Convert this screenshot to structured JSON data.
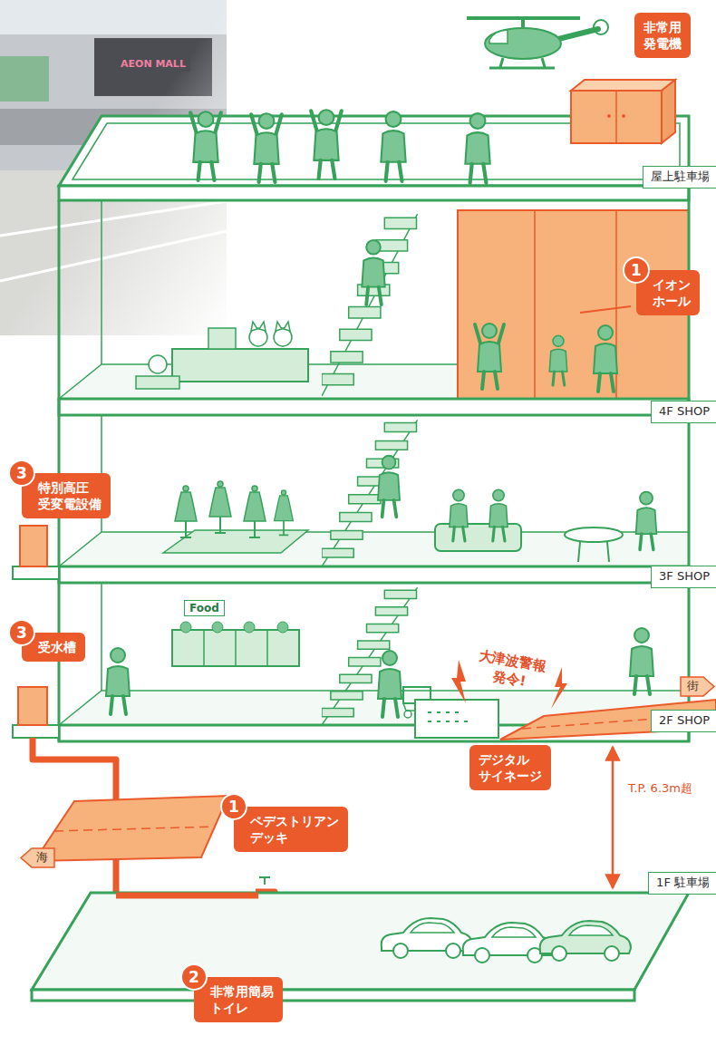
{
  "diagram": {
    "nodes": [
      {
        "text": [
          "非常用 発電機"
        ]
      },
      {
        "text": [
          "屋上駐車場"
        ]
      },
      {
        "text": [
          "1",
          "イオン ホール"
        ]
      },
      {
        "text": [
          "4F SHOP"
        ]
      },
      {
        "text": [
          "3",
          "特別高圧 受変電設備"
        ]
      },
      {
        "text": [
          "3F SHOP"
        ]
      },
      {
        "text": [
          "3",
          "受水槽"
        ]
      },
      {
        "text": [
          "街"
        ]
      },
      {
        "text": [
          "2F SHOP"
        ]
      },
      {
        "text": [
          "デジタル サイネージ"
        ]
      },
      {
        "text": [
          "1",
          "ペデストリアン デッキ"
        ]
      },
      {
        "text": [
          "海"
        ]
      },
      {
        "text": [
          "1F 駐車場"
        ]
      },
      {
        "text": [
          "2",
          "非常用簡易 トイレ"
        ]
      }
    ],
    "labels": [
      "AEON MALL",
      "大津波警報 発令!",
      "Food",
      "T.P. 6.3m超"
    ]
  }
}
